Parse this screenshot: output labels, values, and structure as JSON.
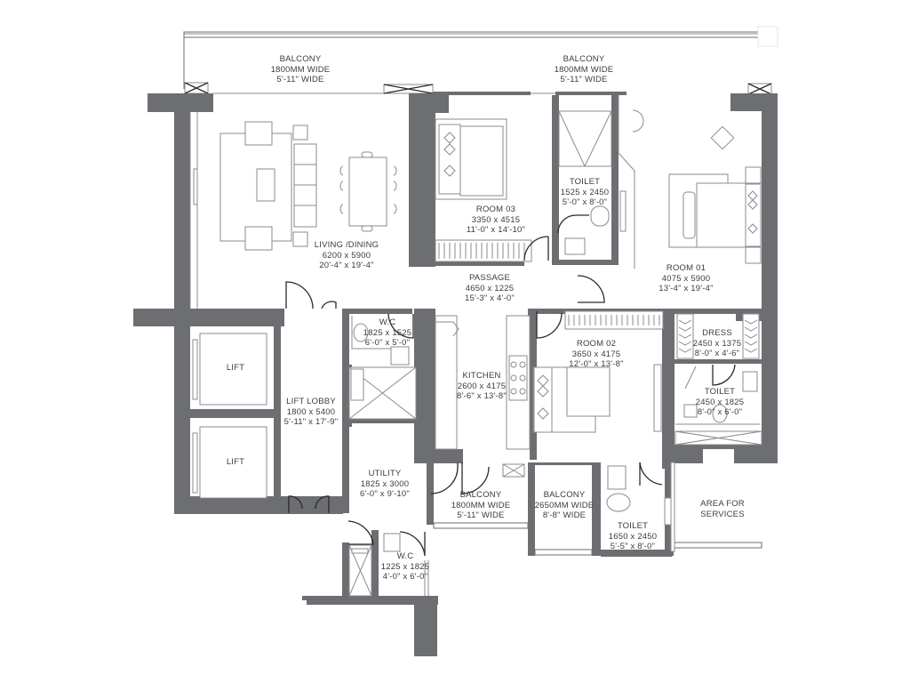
{
  "plan": {
    "wall_color": "#6d6e71",
    "line_color": "#8a8b8e",
    "background": "#ffffff",
    "rooms": [
      {
        "id": "balcony-top-left",
        "name": "BALCONY",
        "dim_mm": "1800MM WIDE",
        "dim_ft": "5'-11\" WIDE"
      },
      {
        "id": "balcony-top-right",
        "name": "BALCONY",
        "dim_mm": "1800MM WIDE",
        "dim_ft": "5'-11\" WIDE"
      },
      {
        "id": "living-dining",
        "name": "LIVING /DINING",
        "dim_mm": "6200 x 5900",
        "dim_ft": "20'-4\" x 19'-4\""
      },
      {
        "id": "room-03",
        "name": "ROOM 03",
        "dim_mm": "3350 x 4515",
        "dim_ft": "11'-0\" x 14'-10\""
      },
      {
        "id": "toilet-room-03",
        "name": "TOILET",
        "dim_mm": "1525 x 2450",
        "dim_ft": "5'-0\" x 8'-0\""
      },
      {
        "id": "room-01",
        "name": "ROOM 01",
        "dim_mm": "4075 x 5900",
        "dim_ft": "13'-4\" x 19'-4\""
      },
      {
        "id": "passage",
        "name": "PASSAGE",
        "dim_mm": "4650 x 1225",
        "dim_ft": "15'-3\" x 4'-0\""
      },
      {
        "id": "wc-1",
        "name": "W.C",
        "dim_mm": "1825 x 1525",
        "dim_ft": "6'-0\" x 5'-0\""
      },
      {
        "id": "kitchen",
        "name": "KITCHEN",
        "dim_mm": "2600 x 4175",
        "dim_ft": "8'-6\" x 13'-8\""
      },
      {
        "id": "room-02",
        "name": "ROOM 02",
        "dim_mm": "3650 x 4175",
        "dim_ft": "12'-0\" x 13'-8\""
      },
      {
        "id": "dress",
        "name": "DRESS",
        "dim_mm": "2450 x 1375",
        "dim_ft": "8'-0\" x 4'-6\""
      },
      {
        "id": "toilet-room-01",
        "name": "TOILET",
        "dim_mm": "2450 x 1825",
        "dim_ft": "8'-0\" x 6'-0\""
      },
      {
        "id": "lift-1",
        "name": "LIFT"
      },
      {
        "id": "lift-2",
        "name": "LIFT"
      },
      {
        "id": "lift-lobby",
        "name": "LIFT LOBBY",
        "dim_mm": "1800 x 5400",
        "dim_ft": "5'-11\" x 17'-9\""
      },
      {
        "id": "utility",
        "name": "UTILITY",
        "dim_mm": "1825 x 3000",
        "dim_ft": "6'-0\" x 9'-10\""
      },
      {
        "id": "balcony-kitchen",
        "name": "BALCONY",
        "dim_mm": "1800MM WIDE",
        "dim_ft": "5'-11\" WIDE"
      },
      {
        "id": "balcony-room-02",
        "name": "BALCONY",
        "dim_mm": "2650MM WIDE",
        "dim_ft": "8'-8\" WIDE"
      },
      {
        "id": "toilet-room-02",
        "name": "TOILET",
        "dim_mm": "1650 x 2450",
        "dim_ft": "5'-5\" x 8'-0\""
      },
      {
        "id": "area-for-services",
        "name": "AREA FOR",
        "dim_mm": "SERVICES"
      },
      {
        "id": "wc-2",
        "name": "W.C",
        "dim_mm": "1225 x 1825",
        "dim_ft": "4'-0\" x 6'-0\""
      }
    ]
  }
}
